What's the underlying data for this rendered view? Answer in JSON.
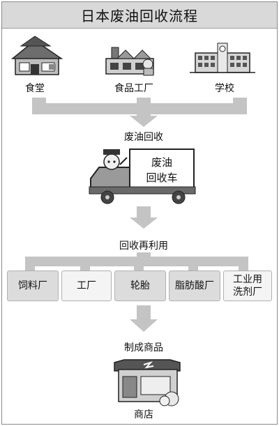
{
  "title": "日本废油回收流程",
  "sources": [
    "食堂",
    "食品工厂",
    "学校"
  ],
  "step_collect": "废油回收",
  "truck_label": [
    "废油",
    "回收车"
  ],
  "step_reuse": "回收再利用",
  "destinations": [
    {
      "line1": "饲料厂",
      "line2": ""
    },
    {
      "line1": "工厂",
      "line2": ""
    },
    {
      "line1": "轮胎",
      "line2": ""
    },
    {
      "line1": "脂肪酸厂",
      "line2": ""
    },
    {
      "line1": "工业用",
      "line2": "洗剂厂"
    }
  ],
  "step_products": "制成商品",
  "shop": "商店",
  "colors": {
    "arrow": "#c4c4c4",
    "panel": "#dcdcdc",
    "border": "#9a9a9a"
  }
}
